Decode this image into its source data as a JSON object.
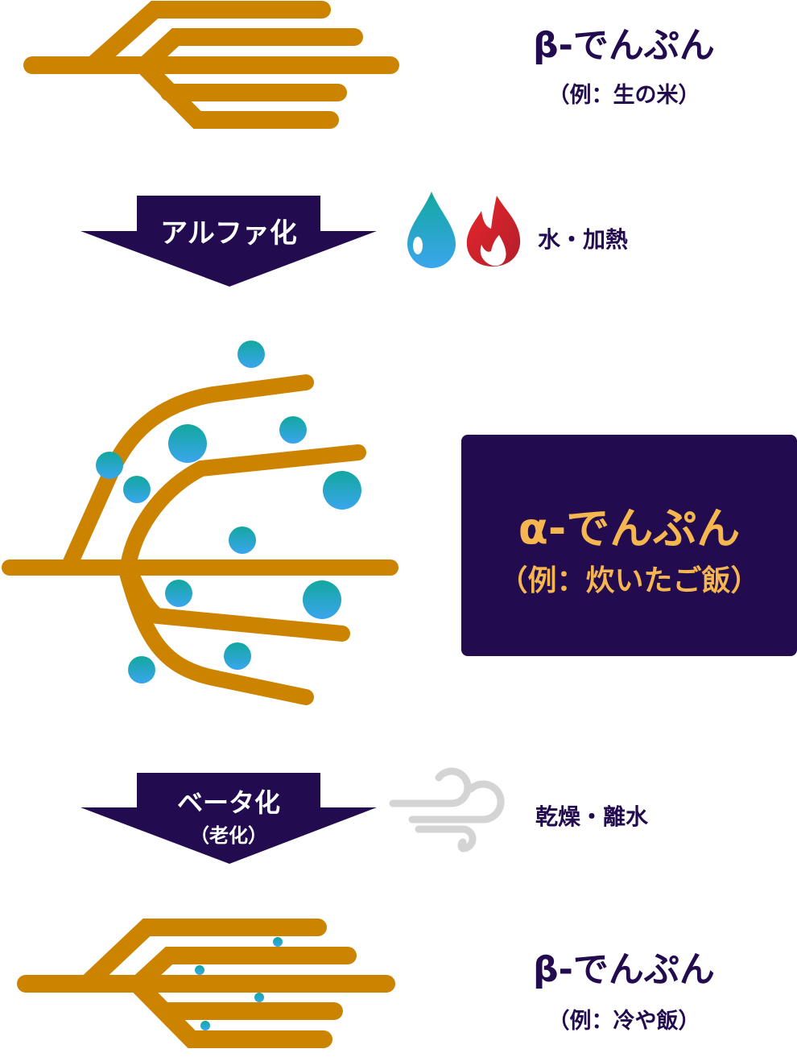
{
  "stages": [
    {
      "title": "β-でんぷん",
      "example": "（例：生の米）"
    },
    {
      "title": "α-でんぷん",
      "example": "（例：炊いたご飯）"
    },
    {
      "title": "β-でんぷん",
      "example": "（例：冷や飯）"
    }
  ],
  "transitions": [
    {
      "label": "アルファ化",
      "condition": "水・加熱",
      "icons": [
        "water-drop-icon",
        "flame-icon"
      ]
    },
    {
      "label": "ベータ化",
      "sublabel": "（老化）",
      "condition": "乾燥・離水",
      "icons": [
        "wind-icon"
      ]
    }
  ],
  "colors": {
    "starch": "#CC8400",
    "arrow": "#230B50",
    "water": "#1AA8C0",
    "box_text": "#F5B64F",
    "flame": "#E0262B",
    "wind": "#D4D4D4"
  }
}
